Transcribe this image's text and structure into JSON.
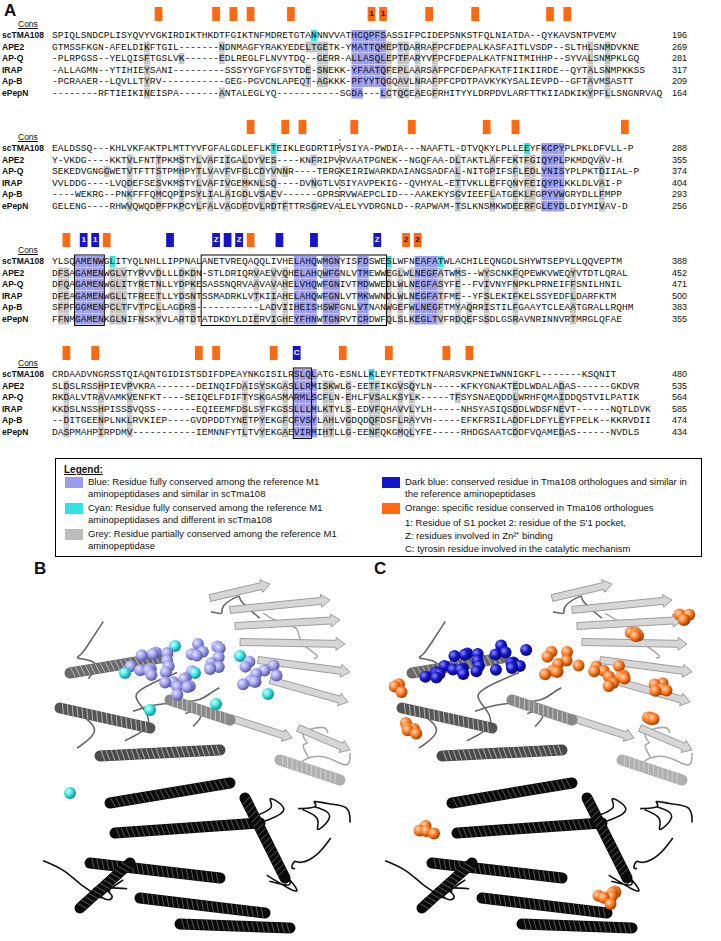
{
  "diagram": {
    "nodes": [
      {
        "text": [
          "Legend:"
        ]
      }
    ],
    "labels": [
      "A",
      "Cons",
      "scTMA108",
      "SPIQLSNDCPLISYQVYVGKIRDIKTHKDTFGIKTNFMDRETGTANNNVVATHCQPFSASSIFPCIDEPSNKSTFQLNIATDA--QYKAVSNTPVEMV",
      "196",
      "APE2",
      "GTMSSFKGN-AFELDIKFTGIL-------NDNMAGFYRAKYEDELTGETK-YMATTQMEPTDARRAFPCFDEPALKASFAITLVSDP--SLTHLSNMDVKNE",
      "269",
      "AP-Q",
      "-PLRPGSS--YELQISFTGSLVK------EDLREGLFLNVYTDQ--GERR-ALLASQLEPTFARYVFPCFDEPALKATFNITMIHHP--SYVALSNMPKLGQ",
      "281",
      "IRAP",
      "-ALLAGMN--YTIHIEYSANI---------SSSYYGFYGFSYTDE-SNEKK-YFAATQFEPLAARSAFPCFDEPAFKATFIIKIIRDE--QYTALSNMPKKSS",
      "317",
      "Ap-B",
      "-PCRAAER--LQVLLTYRV-----------GEG-PGVCNLAPEQT-AGKKK-PFYYTQGQAVLNRAFPFCPDTPAVKYKYSALIEVPD--GFTAVMSASTT",
      "209",
      "ePepN",
      "--------RFTIEIKINEISPA-------ANTALEGLYQ-----------SGDA---LCTQCEAEGFRHITYYLDRPDVLARFTTKIIADKIKYPFLLSNGNRVAQ",
      "164",
      "Cons",
      "scTMA108",
      "EALDSSQ---KHLVKFAKTPLMTTYVFGFALGDLEFLKTEIKLEGDRTIPVSIYA-PWDIA---NAAFTL-DTVQKYLPLLEEYFKCPYPLPKLDFVLL-P",
      "288",
      "APE2",
      "Y-VKDG----KKTVLFNTTPKMSTYLVAFIIGALDYVES----KNFRIPVRVAATPGNEK--NGQFAA-DLTAKTLAFFEKTFGIQYPLPKMDQVAV-H",
      "355",
      "AP-Q",
      "SEKEDVGNGGWETVTFTTSTPMHPYTLVAVFVFGLCDYVNNR----TERGKEIRIWARKDAIANGSADFAL-NITGPIFSFLEDLYNISYPLPKTDIIAL-P",
      "374",
      "IRAP",
      "VVLDDG----LVQDEFSESVKMSTYLVAFIVGEMKNLSQ----DVNGTLVSIYAVPEKIG--QVHYAL-ETTVKLLEFFQNYFEIQYPLKKLDLVAI-P",
      "404",
      "Ap-B",
      "----WEKRG--PNKFFFQMCQPIPSYLIALAIGDLVSAEV------GPRSRVWAEPCLID---AAKEKYSGVIEEFLATGEKLFGPYVWGRYDLLFMPP",
      "293",
      "ePepN",
      "GELENG----RHWVQWQDPFPKPCYLFALVAGDFDVLRDTFTTRSGREVALELYVDRGNLD--RAPWAM-TSLKNSMKWDEERFGLEYDLDIYMIVAV-D",
      "256",
      "Cons",
      "scTMA108",
      "YLSQAMENWGLITYQLNHLLIPPNALANETVREQAQQLIVHELAHQWMGNYISFDSWESLWFNEAFATWLACHILEQNGDLSHYWTSEPYLLQQVEPTM",
      "388",
      "APE2",
      "DFSAGAMENWGLVTYRVVDLLLDKDN-STLDRIQRVAEVVQHELAHQWFGNLVTMEWWEGLWLNEGFATWMS--WYSCNKFQPEWKVWEQYVTDTLQRAL",
      "452",
      "AP-Q",
      "DFQAGAMENWGLITYRETNLLYDPKESASSNQRVAAVAVAHELVHQWFGNIVTMDWWEDLWLNEGFASYFE--FVIVNYFNPKLPRNEIFFSNILHNIL",
      "471",
      "IRAP",
      "DFEAGAMENWGLLTFREETLLYDSNTSSMADRKLVTKIIAHELAHQWFGNLVTMKWWNDLWLNEGFATFME--YFSLEKIFKELSSYEDFLDARFKTM",
      "500",
      "Ap-B",
      "SFPFGGMENPCLTFVTPCLLAGDRS-----------LADVIIHEISHSWFGNLVTNANWGEFWLNEGFTMYAQRRISTILFGAAYTCLEAATGRALLRQHM",
      "383",
      "ePepN",
      "FFNMGAMENKGLNIFNSKYVLARTDTATDKDYLDIERVIGHEYFHNWTGNRVTCRDWFQLSLKEGLTVFRDQEFSSDLGSRAVNRINNVRTMRGLQFAE",
      "355",
      "Cons",
      "scTMA108",
      "CRDAADVNGRSSTQIAQNTGIDISTSDIFDPEAYNKGISILRSLQLATG-ESNLLKLEYFTEDTKTFNARSVKPNEIWNNIGKFL-------KSQNIT",
      "480",
      "APE2",
      "SLDSLRSSHPIEVPVKRA-------DEINQIFDAISYSKGASLLRMISKWLG-EETFIKGVSQYLN-----KFKYGNAKTEDLWDALADAS------GKDVR",
      "535",
      "AP-Q",
      "RKDALVTRAVAMKVENFKT----SEIQELFDIFTYSKGASMARMLSCFLN-EHLFVSALKSYLK-----TFSYSNAEQDDLWRHFQMAIDDQSTVILPATIK",
      "564",
      "IRAP",
      "KKDSLNSSHPISSSVQSS-------EQIEEMFDSLSYFKGSSLLLMLKTYLS-EDVFQHAVVLYLH-----NHSYASIQSDDLWDSFNEVT------NQTLDVK",
      "585",
      "Ap-B",
      "--DITGEENPLNKLRVKIEP----GVDPDDTYNETPYEKGFCFVSYLAHLVGDQDQFDSFLRAYVH-----EFKFRSILADDFLDFYLEYFPELK--KKRVDII",
      "474",
      "ePepN",
      "DASPMAHPIRPDMV-----------IEMNNFYTLTVYEKGAEVIRMIHTLLG-EENFQKGMQLYFE-----RHDGSAATCDDFVQAMEDAS------NVDLS",
      "434",
      "1",
      "1",
      "1",
      "1",
      "Z",
      "Z",
      "Z",
      "2",
      "2",
      "C",
      "1: Residue of S1 pocket 2: residue of the S'1 pocket,",
      "Z: residues involved in Zn²⁺ binding",
      "C: tyrosin residue involved in the catalytic mechanism",
      "B",
      "C"
    ],
    "legend": [
      {
        "text": "Blue: Residue fully conserved among the reference M1 aminopeptidases and similar in scTma108",
        "color": "#9c9cee"
      },
      {
        "text": "Cyan: Residue fully conserved among the reference M1 aminopeptidases and different in scTma108",
        "color": "#33e3e3"
      },
      {
        "text": "Grey: Residue partially conserved among the reference M1 aminopeptidase",
        "color": "#bdbdbd"
      },
      {
        "text": "Dark blue: conserved residue in Tma108 orthologues and similar in the reference aminopeptidases",
        "color": "#1414cc"
      },
      {
        "text": "Orange: specific residue conserved in Tma108 orthologues",
        "color": "#ff6a10"
      }
    ]
  }
}
